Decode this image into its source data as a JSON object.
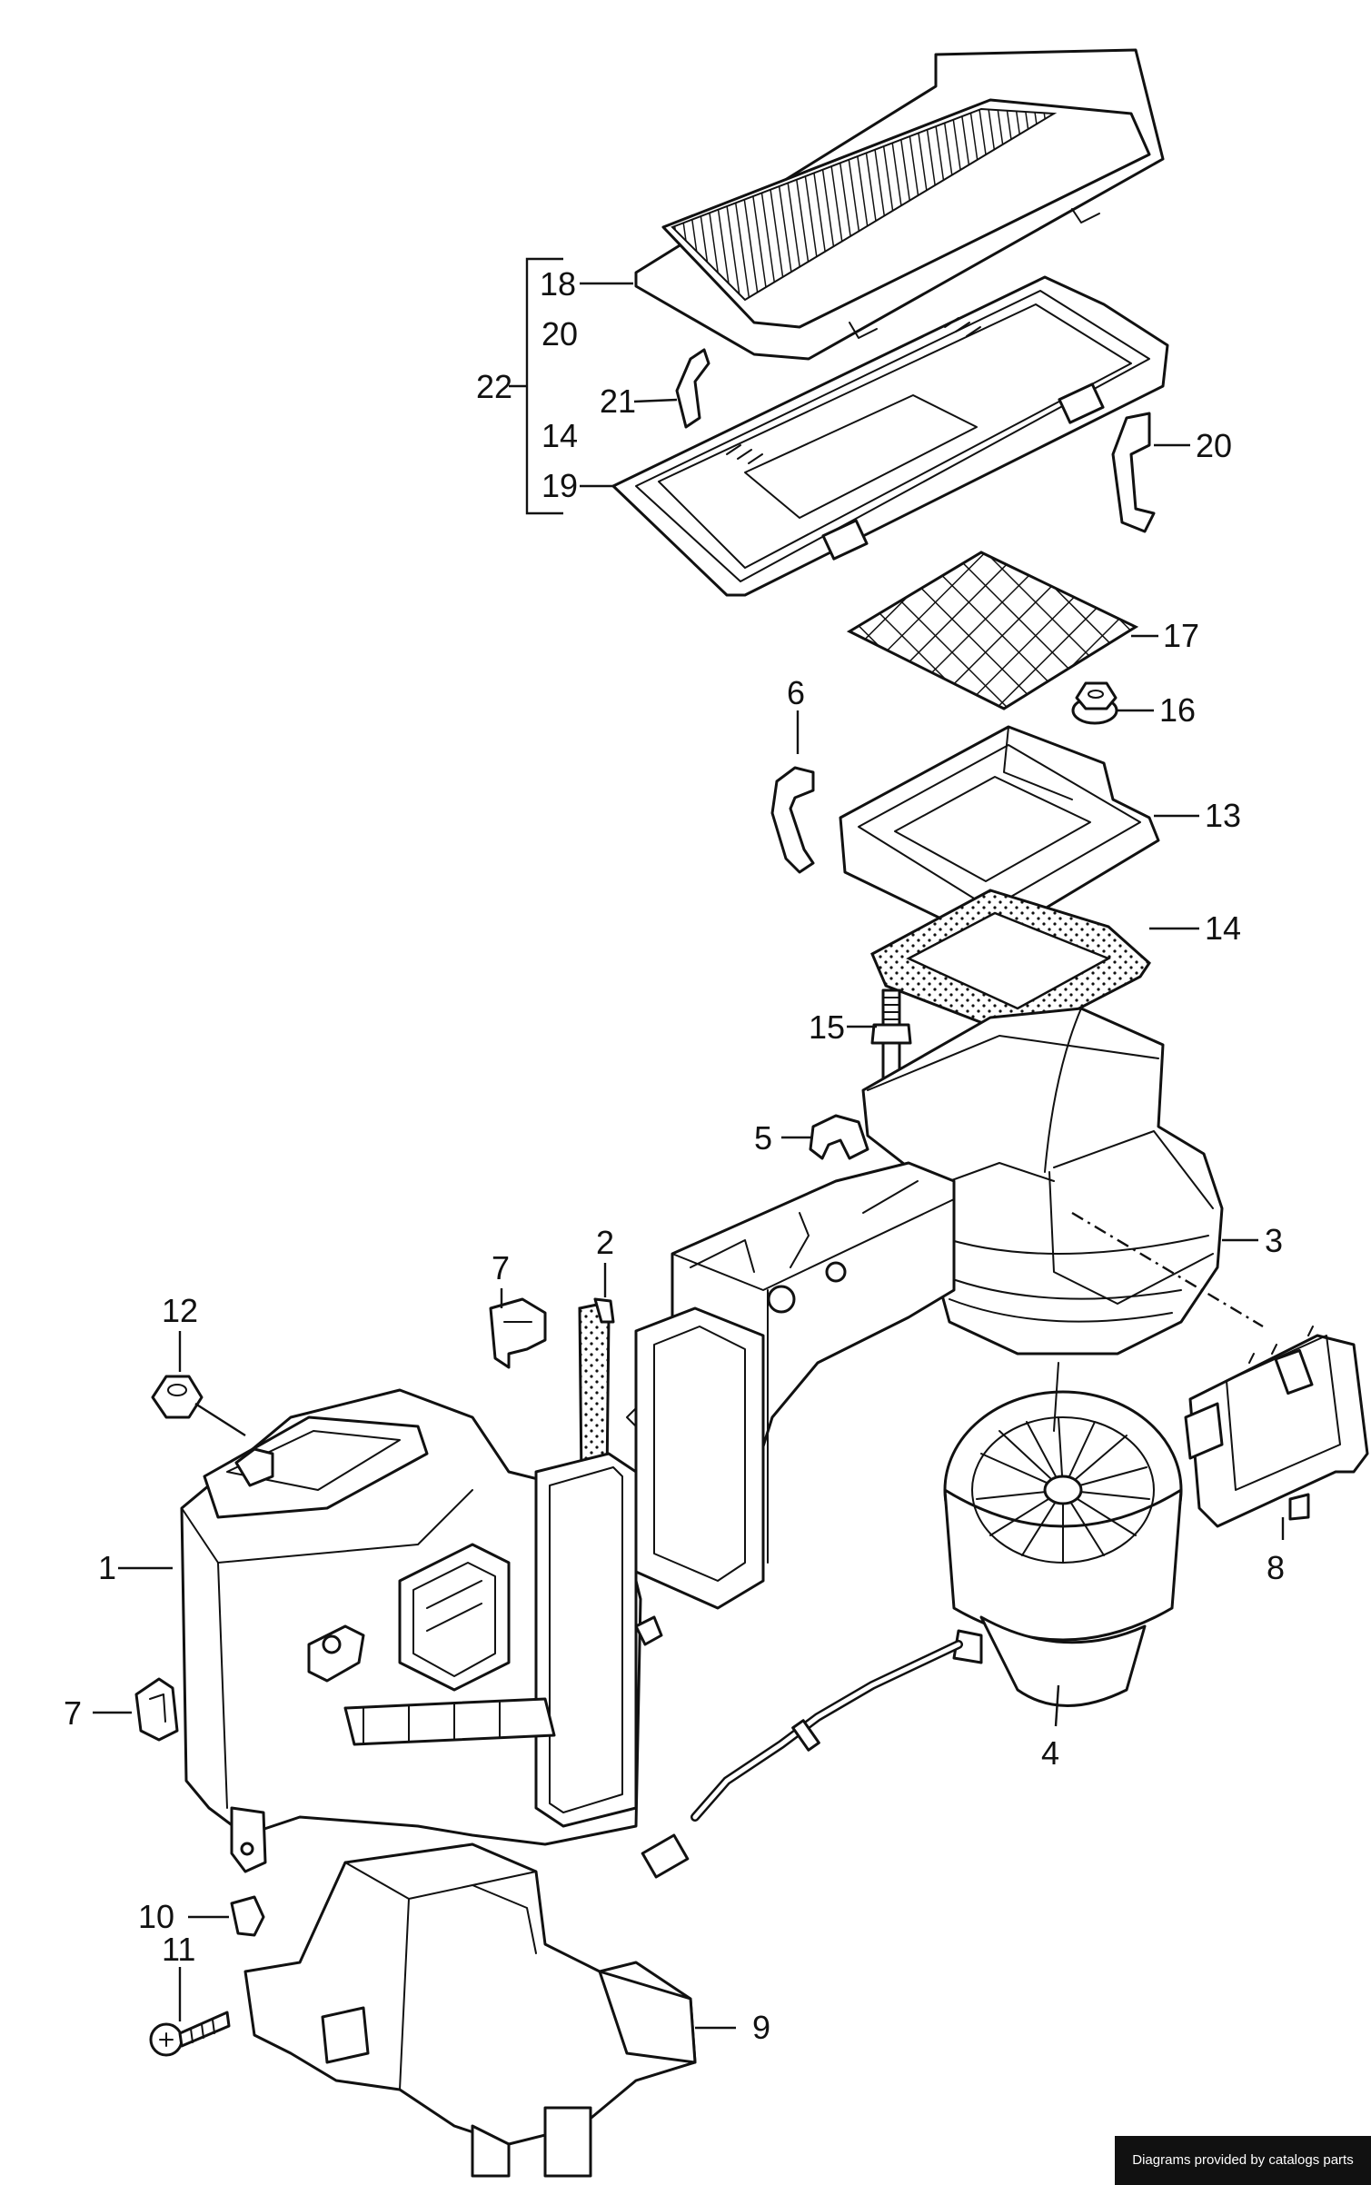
{
  "callouts": [
    {
      "id": "1",
      "label": "1"
    },
    {
      "id": "2",
      "label": "2"
    },
    {
      "id": "3",
      "label": "3"
    },
    {
      "id": "4",
      "label": "4"
    },
    {
      "id": "5",
      "label": "5"
    },
    {
      "id": "6",
      "label": "6"
    },
    {
      "id": "7a",
      "label": "7"
    },
    {
      "id": "7b",
      "label": "7"
    },
    {
      "id": "8",
      "label": "8"
    },
    {
      "id": "9",
      "label": "9"
    },
    {
      "id": "10",
      "label": "10"
    },
    {
      "id": "11",
      "label": "11"
    },
    {
      "id": "12",
      "label": "12"
    },
    {
      "id": "13",
      "label": "13"
    },
    {
      "id": "14a",
      "label": "14"
    },
    {
      "id": "14b",
      "label": "14"
    },
    {
      "id": "15",
      "label": "15"
    },
    {
      "id": "16",
      "label": "16"
    },
    {
      "id": "17",
      "label": "17"
    },
    {
      "id": "18",
      "label": "18"
    },
    {
      "id": "19",
      "label": "19"
    },
    {
      "id": "20a",
      "label": "20"
    },
    {
      "id": "20b",
      "label": "20"
    },
    {
      "id": "21",
      "label": "21"
    },
    {
      "id": "22",
      "label": "22"
    }
  ],
  "footer": {
    "credit": "Diagrams provided by catalogs parts"
  }
}
